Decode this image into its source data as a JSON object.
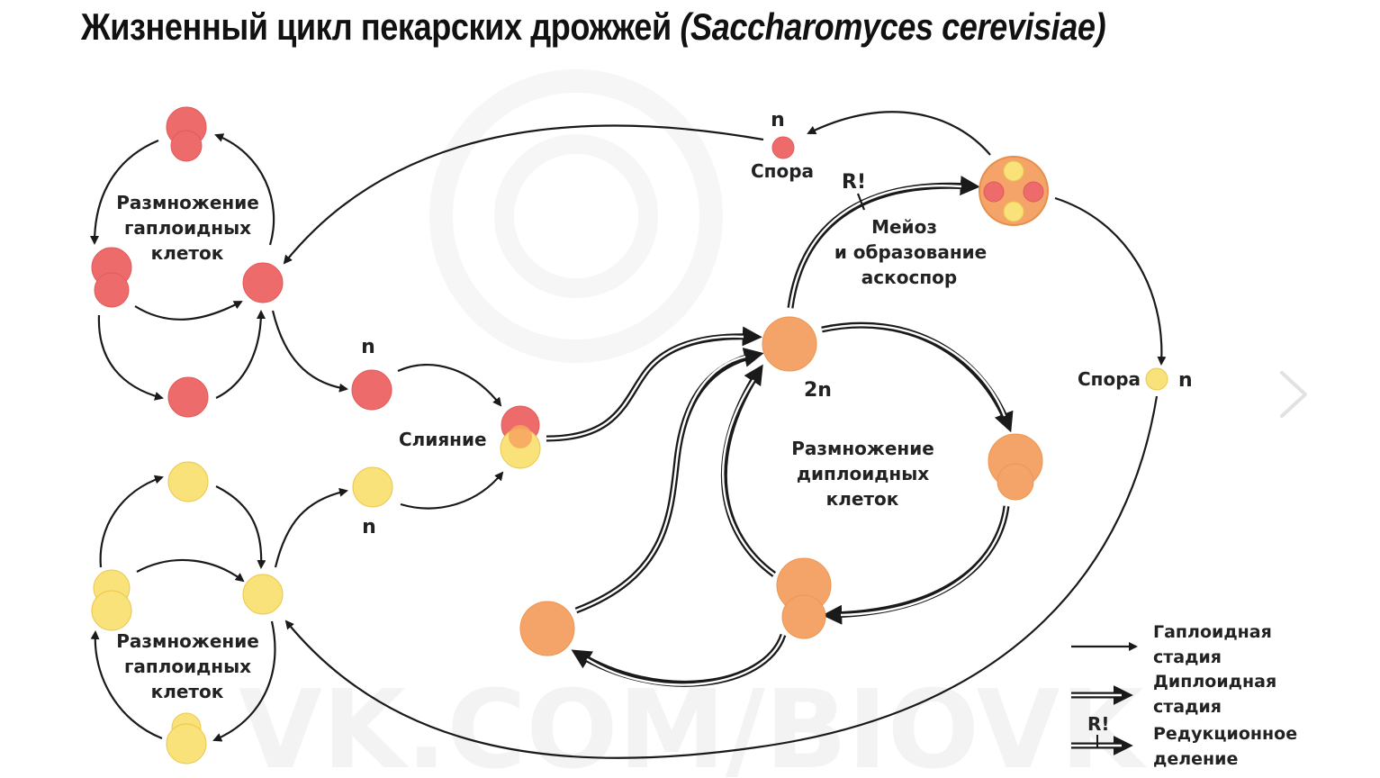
{
  "title": {
    "main": "Жизненный цикл пекарских дрожжей",
    "species": "(Saccharomyces cerevisiae)"
  },
  "labels": {
    "haploid_top": [
      "Размножение",
      "гаплоидных",
      "клеток"
    ],
    "haploid_bottom": [
      "Размножение",
      "гаплоидных",
      "клеток"
    ],
    "diploid": [
      "Размножение",
      "диплоидных",
      "клеток"
    ],
    "meiosis": [
      "Мейоз",
      "и образование",
      "аскоспор"
    ],
    "fusion": "Слияние",
    "spore_top": "Спора",
    "spore_right": "Спора",
    "n_spore_top": "n",
    "n_spore_right": "n",
    "n_red": "n",
    "n_yellow": "n",
    "ploidy_2n": "2n",
    "r_mark": "R!"
  },
  "legend": {
    "haploid": [
      "Гаплоидная",
      "стадия"
    ],
    "diploid": [
      "Диплоидная",
      "стадия"
    ],
    "reduction": [
      "Редукционное",
      "деление"
    ],
    "reduction_mark": "R!"
  },
  "watermark": "VK.COM/BIOVK",
  "colors": {
    "haploid_red": "#ee6b6b",
    "haploid_yellow": "#f9e27a",
    "diploid_orange": "#f4a469",
    "arrow": "#1a1a1a"
  },
  "icons": {
    "next": "chevron-right-icon"
  }
}
